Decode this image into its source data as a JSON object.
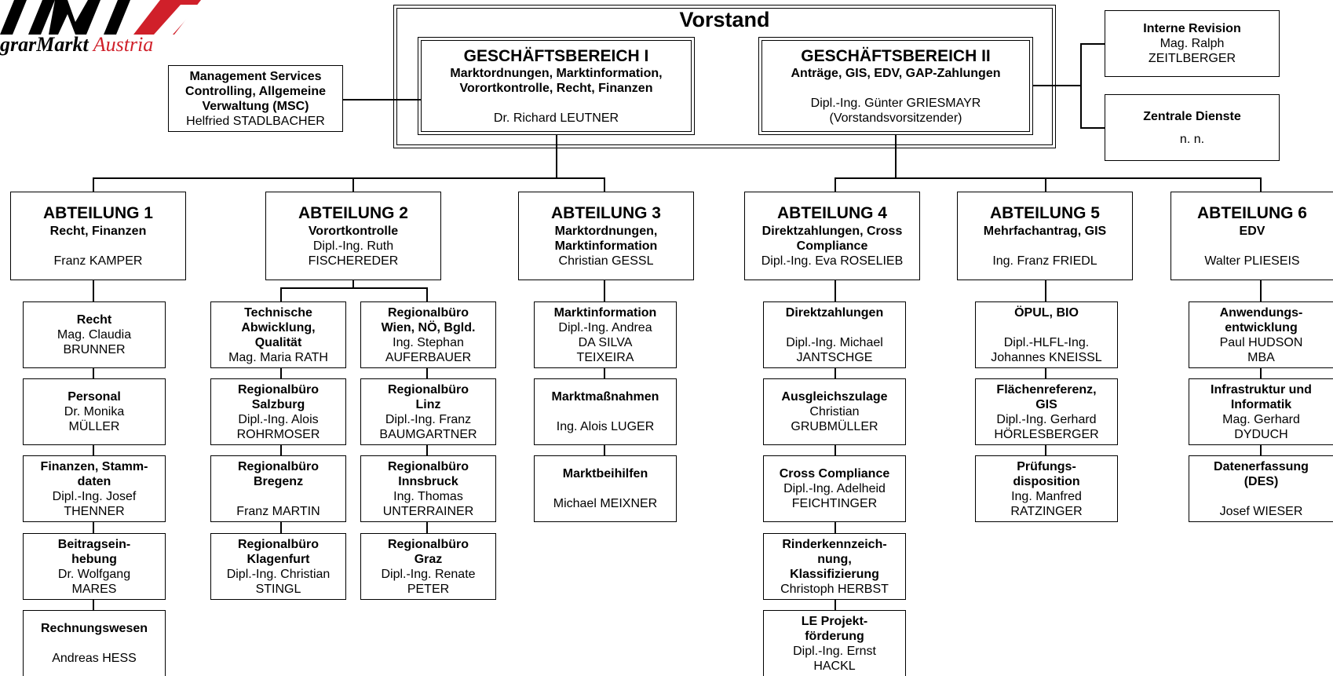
{
  "logo": {
    "mark_text": "AMA",
    "name_bold": "grarMarkt",
    "name_red": "Austria"
  },
  "colors": {
    "logo_red": "#d0202a",
    "line": "#000000",
    "background": "#ffffff"
  },
  "vorstand": {
    "title": "Vorstand"
  },
  "gb1": {
    "title": "GESCHÄFTSBEREICH I",
    "subtitle_lines": [
      "Marktordnungen, Marktinformation,",
      "Vorortkontrolle, Recht, Finanzen"
    ],
    "person": "Dr. Richard LEUTNER"
  },
  "gb2": {
    "title": "GESCHÄFTSBEREICH II",
    "subtitle_lines": [
      "Anträge, GIS, EDV, GAP-Zahlungen"
    ],
    "person_lines": [
      "Dipl.-Ing. Günter GRIESMAYR",
      "(Vorstandsvorsitzender)"
    ]
  },
  "msc": {
    "title_lines": [
      "Management Services",
      "Controlling, Allgemeine",
      "Verwaltung (MSC)"
    ],
    "person": "Helfried STADLBACHER"
  },
  "revision": {
    "title": "Interne Revision",
    "person_lines": [
      "Mag. Ralph",
      "ZEITLBERGER"
    ]
  },
  "zentrale": {
    "title": "Zentrale Dienste",
    "person": "n. n."
  },
  "departments": [
    {
      "title": "ABTEILUNG 1",
      "subtitle_lines": [
        "Recht, Finanzen"
      ],
      "person_lines": [
        "",
        "Franz KAMPER"
      ],
      "units": [
        {
          "title_lines": [
            "Recht"
          ],
          "person_lines": [
            "Mag. Claudia",
            "BRUNNER"
          ]
        },
        {
          "title_lines": [
            "Personal"
          ],
          "person_lines": [
            "Dr. Monika",
            "MÜLLER"
          ]
        },
        {
          "title_lines": [
            "Finanzen, Stamm-",
            "daten"
          ],
          "person_lines": [
            "Dipl.-Ing. Josef",
            "THENNER"
          ]
        },
        {
          "title_lines": [
            "Beitragsein-",
            "hebung"
          ],
          "person_lines": [
            "Dr. Wolfgang",
            "MARES"
          ]
        },
        {
          "title_lines": [
            "Rechnungswesen"
          ],
          "person_lines": [
            "",
            "Andreas HESS"
          ]
        }
      ]
    },
    {
      "title": "ABTEILUNG 2",
      "subtitle_lines": [
        "Vorortkontrolle"
      ],
      "person_lines": [
        "Dipl.-Ing. Ruth",
        "FISCHEREDER"
      ],
      "units_left": [
        {
          "title_lines": [
            "Technische",
            "Abwicklung,",
            "Qualität"
          ],
          "person_lines": [
            "Mag. Maria RATH"
          ]
        },
        {
          "title_lines": [
            "Regionalbüro",
            "Salzburg"
          ],
          "person_lines": [
            "Dipl.-Ing. Alois",
            "ROHRMOSER"
          ]
        },
        {
          "title_lines": [
            "Regionalbüro",
            "Bregenz"
          ],
          "person_lines": [
            "",
            "Franz MARTIN"
          ]
        },
        {
          "title_lines": [
            "Regionalbüro",
            "Klagenfurt"
          ],
          "person_lines": [
            "Dipl.-Ing. Christian",
            "STINGL"
          ]
        }
      ],
      "units_right": [
        {
          "title_lines": [
            "Regionalbüro",
            "Wien, NÖ, Bgld."
          ],
          "person_lines": [
            "Ing. Stephan",
            "AUFERBAUER"
          ]
        },
        {
          "title_lines": [
            "Regionalbüro",
            "Linz"
          ],
          "person_lines": [
            "Dipl.-Ing. Franz",
            "BAUMGARTNER"
          ]
        },
        {
          "title_lines": [
            "Regionalbüro",
            "Innsbruck"
          ],
          "person_lines": [
            "Ing. Thomas",
            "UNTERRAINER"
          ]
        },
        {
          "title_lines": [
            "Regionalbüro",
            "Graz"
          ],
          "person_lines": [
            "Dipl.-Ing. Renate",
            "PETER"
          ]
        }
      ]
    },
    {
      "title": "ABTEILUNG 3",
      "subtitle_lines": [
        "Marktordnungen,",
        "Marktinformation"
      ],
      "person_lines": [
        "Christian GESSL"
      ],
      "units": [
        {
          "title_lines": [
            "Marktinformation"
          ],
          "person_lines": [
            "Dipl.-Ing. Andrea",
            "DA SILVA",
            "TEIXEIRA"
          ]
        },
        {
          "title_lines": [
            "Marktmaßnahmen"
          ],
          "person_lines": [
            "",
            "Ing. Alois LUGER"
          ]
        },
        {
          "title_lines": [
            "Marktbeihilfen"
          ],
          "person_lines": [
            "",
            "Michael MEIXNER"
          ]
        }
      ]
    },
    {
      "title": "ABTEILUNG 4",
      "subtitle_lines": [
        "Direktzahlungen, Cross",
        "Compliance"
      ],
      "person_lines": [
        "Dipl.-Ing. Eva ROSELIEB"
      ],
      "units": [
        {
          "title_lines": [
            "Direktzahlungen"
          ],
          "person_lines": [
            "",
            "Dipl.-Ing. Michael",
            "JANTSCHGE"
          ]
        },
        {
          "title_lines": [
            "Ausgleichszulage"
          ],
          "person_lines": [
            "Christian",
            "GRUBMÜLLER"
          ]
        },
        {
          "title_lines": [
            "Cross Compliance"
          ],
          "person_lines": [
            "Dipl.-Ing. Adelheid",
            "FEICHTINGER"
          ]
        },
        {
          "title_lines": [
            "Rinderkennzeich-",
            "nung,",
            "Klassifizierung"
          ],
          "person_lines": [
            "Christoph HERBST"
          ]
        },
        {
          "title_lines": [
            "LE Projekt-",
            "förderung"
          ],
          "person_lines": [
            "Dipl.-Ing. Ernst",
            "HACKL"
          ]
        }
      ]
    },
    {
      "title": "ABTEILUNG 5",
      "subtitle_lines": [
        "Mehrfachantrag, GIS"
      ],
      "person_lines": [
        "",
        "Ing. Franz FRIEDL"
      ],
      "units": [
        {
          "title_lines": [
            "ÖPUL, BIO"
          ],
          "person_lines": [
            "",
            "Dipl.-HLFL-Ing.",
            "Johannes KNEISSL"
          ]
        },
        {
          "title_lines": [
            "Flächenreferenz,",
            "GIS"
          ],
          "person_lines": [
            "Dipl.-Ing. Gerhard",
            "HÖRLESBERGER"
          ]
        },
        {
          "title_lines": [
            "Prüfungs-",
            "disposition"
          ],
          "person_lines": [
            "Ing. Manfred",
            "RATZINGER"
          ]
        }
      ]
    },
    {
      "title": "ABTEILUNG 6",
      "subtitle_lines": [
        "EDV"
      ],
      "person_lines": [
        "",
        "Walter PLIESEIS"
      ],
      "units": [
        {
          "title_lines": [
            "Anwendungs-",
            "entwicklung"
          ],
          "person_lines": [
            "Paul HUDSON",
            "MBA"
          ]
        },
        {
          "title_lines": [
            "Infrastruktur und",
            "Informatik"
          ],
          "person_lines": [
            "Mag. Gerhard",
            "DYDUCH"
          ]
        },
        {
          "title_lines": [
            "Datenerfassung",
            "(DES)"
          ],
          "person_lines": [
            "",
            "Josef WIESER"
          ]
        }
      ]
    }
  ]
}
